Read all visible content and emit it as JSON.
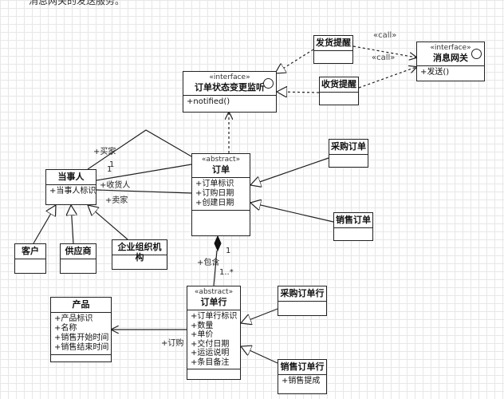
{
  "top_text": "消息网关的发送服务。",
  "classes": {
    "order_monitor": {
      "stereotype": "«interface»",
      "name": "订单状态变更监听",
      "methods": [
        "+notified()"
      ]
    },
    "ship_remind": {
      "name": "发货提醒"
    },
    "receive_remind": {
      "name": "收货提醒"
    },
    "msg_gateway": {
      "stereotype": "«interface»",
      "name": "消息网关",
      "methods": [
        "+发送()"
      ]
    },
    "party": {
      "name": "当事人",
      "attributes": [
        "+当事人标识"
      ]
    },
    "customer": {
      "name": "客户"
    },
    "supplier": {
      "name": "供应商"
    },
    "enterprise": {
      "name": "企业组织机构"
    },
    "order": {
      "stereotype": "«abstract»",
      "name": "订单",
      "attributes": [
        "+订单标识",
        "+订购日期",
        "+创建日期"
      ]
    },
    "purchase_order": {
      "name": "采购订单"
    },
    "sales_order": {
      "name": "销售订单"
    },
    "product": {
      "name": "产品",
      "attributes": [
        "+产品标识",
        "+名称",
        "+销售开始时间",
        "+销售结束时间"
      ]
    },
    "order_line": {
      "stereotype": "«abstract»",
      "name": "订单行",
      "attributes": [
        "+订单行标识",
        "+数量",
        "+单价",
        "+交付日期",
        "+运运说明",
        "+条目备注"
      ]
    },
    "purchase_line": {
      "name": "采购订单行"
    },
    "sales_line": {
      "name": "销售订单行",
      "attributes": [
        "+销售提成"
      ]
    }
  },
  "labels": {
    "call1": "«call»",
    "call2": "«call»",
    "buyer": "+买家",
    "one_buyer": "1",
    "one_receiver": "1",
    "receiver": "+收货人",
    "seller": "+卖家",
    "contains": "+包含",
    "comp_one": "1",
    "comp_many": "1..*",
    "orders": "+订购"
  }
}
